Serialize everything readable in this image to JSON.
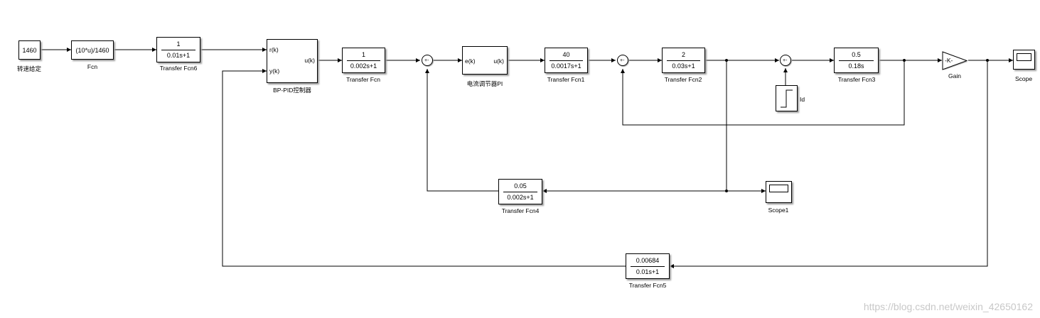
{
  "blocks": {
    "const": {
      "value": "1460",
      "label": "转速给定"
    },
    "fcn": {
      "expr": "(10*u)/1460",
      "label": "Fcn"
    },
    "tf6": {
      "num": "1",
      "den": "0.01s+1",
      "label": "Transfer Fcn6"
    },
    "bppid": {
      "in1": "r(k)",
      "in2": "y(k)",
      "out": "u(k)",
      "label": "BP-PID控制器"
    },
    "tf": {
      "num": "1",
      "den": "0.002s+1",
      "label": "Transfer Fcn"
    },
    "sum1": {
      "signs": "+-"
    },
    "pi": {
      "in": "e(k)",
      "out": "u(k)",
      "label": "电流调节器PI"
    },
    "tf1": {
      "num": "40",
      "den": "0.0017s+1",
      "label": "Transfer Fcn1"
    },
    "sum2": {
      "signs": "+-"
    },
    "tf2": {
      "num": "2",
      "den": "0.03s+1",
      "label": "Transfer Fcn2"
    },
    "sum3": {
      "signs": "+-"
    },
    "step": {
      "label": "Id"
    },
    "tf3": {
      "num": "0.5",
      "den": "0.18s",
      "label": "Transfer Fcn3"
    },
    "gain": {
      "text": "-K-",
      "label": "Gain"
    },
    "scope": {
      "label": "Scope"
    },
    "tf4": {
      "num": "0.05",
      "den": "0.002s+1",
      "label": "Transfer Fcn4"
    },
    "scope1": {
      "label": "Scope1"
    },
    "tf5": {
      "num": "0.00684",
      "den": "0.01s+1",
      "label": "Transfer Fcn5"
    }
  },
  "watermark": "https://blog.csdn.net/weixin_42650162",
  "colors": {
    "line": "#000000",
    "shadow": "#9a9a9a",
    "watermark": "#c8c8c8"
  }
}
